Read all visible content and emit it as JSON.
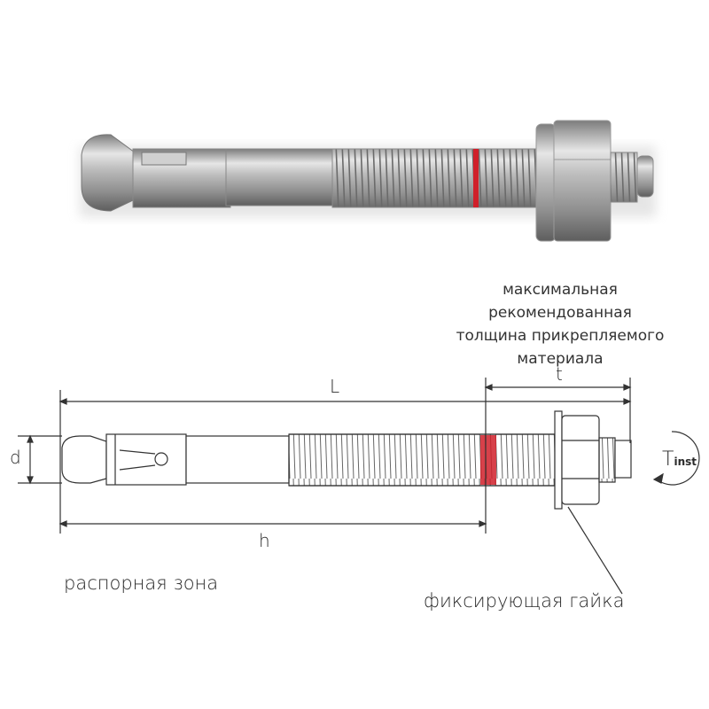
{
  "note": {
    "lines": [
      "максимальная",
      "рекомендованная",
      "толщина прикрепляемого",
      "материала"
    ]
  },
  "dimensions": {
    "L": "L",
    "t": "t",
    "d": "d",
    "h": "h"
  },
  "torque": {
    "symbol": "T",
    "subscript": "inst"
  },
  "labels": {
    "expansion_zone": "распорная зона",
    "fixing_nut": "фиксирующая гайка"
  },
  "colors": {
    "marking_band": "#d0202a",
    "line": "#333333"
  }
}
